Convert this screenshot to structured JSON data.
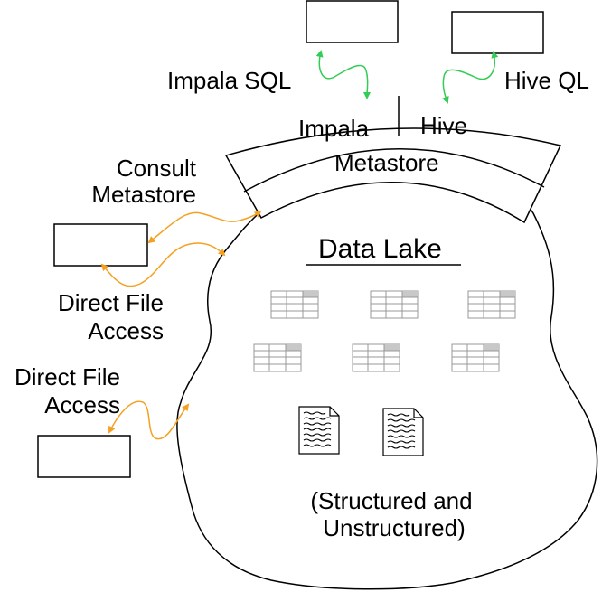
{
  "diagram": {
    "labels": {
      "impala_sql": "Impala SQL",
      "hive_ql": "Hive QL",
      "impala": "Impala",
      "hive": "Hive",
      "metastore": "Metastore",
      "consult_line1": "Consult",
      "consult_line2": "Metastore",
      "direct_file_1_line1": "Direct File",
      "direct_file_1_line2": "Access",
      "direct_file_2_line1": "Direct File",
      "direct_file_2_line2": "Access",
      "data_lake": "Data Lake",
      "structured_line1": "(Structured and",
      "structured_line2": "Unstructured)"
    },
    "colors": {
      "green_arrow": "#33cc55",
      "orange_arrow": "#f5a020",
      "table_header": "#c8c8c8",
      "table_grid": "#999999",
      "outline": "#000000"
    },
    "icons": {
      "table": "table-icon",
      "document": "document-icon"
    }
  }
}
